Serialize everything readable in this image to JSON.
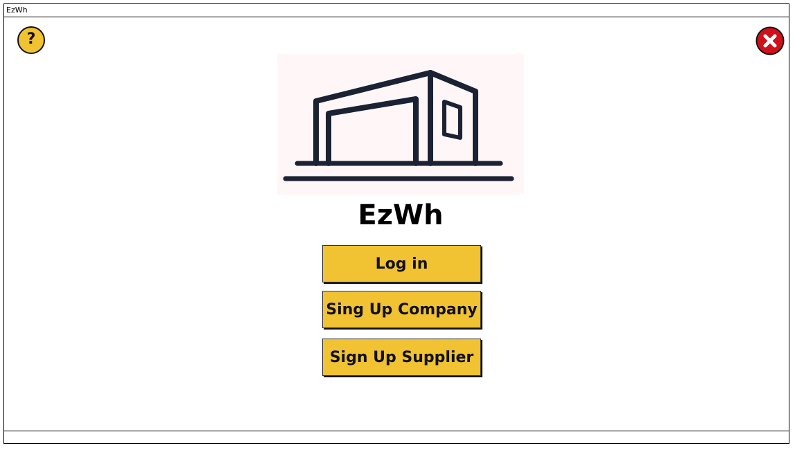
{
  "window": {
    "title": "EzWh"
  },
  "app": {
    "name": "EzWh"
  },
  "buttons": {
    "login": "Log in",
    "signup_company": "Sing Up Company",
    "signup_supplier": "Sign Up Supplier"
  },
  "icons": {
    "help": "help-icon",
    "close": "close-icon",
    "logo": "warehouse-icon"
  },
  "colors": {
    "accent": "#f1c232",
    "close": "#d0101a",
    "logo_bg": "#fff7f7"
  }
}
